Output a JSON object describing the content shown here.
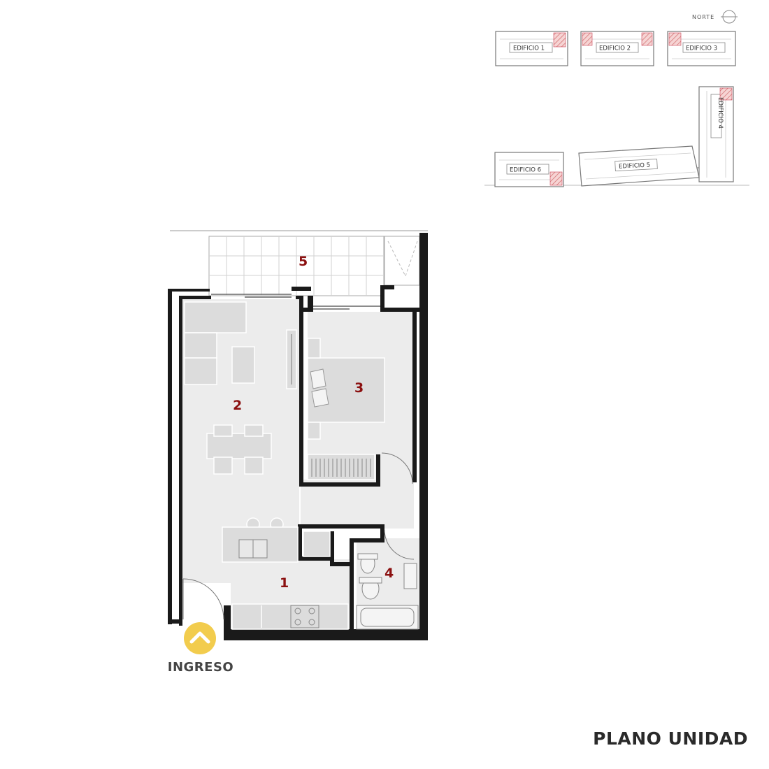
{
  "title": "PLANO UNIDAD",
  "entrance": {
    "label": "INGRESO",
    "icon": "chevron-up-icon"
  },
  "north": {
    "label": "NORTE",
    "icon": "north-arrow-icon"
  },
  "rooms": [
    {
      "number": "1"
    },
    {
      "number": "2"
    },
    {
      "number": "3"
    },
    {
      "number": "4"
    },
    {
      "number": "5"
    }
  ],
  "buildings": [
    {
      "label": "EDIFICIO 1"
    },
    {
      "label": "EDIFICIO 2"
    },
    {
      "label": "EDIFICIO 3"
    },
    {
      "label": "EDIFICIO 4"
    },
    {
      "label": "EDIFICIO 5"
    },
    {
      "label": "EDIFICIO 6"
    }
  ],
  "colors": {
    "room_number": "#8b1010",
    "wall": "#1a1a1a",
    "floor": "#ececec",
    "unit_highlight": "#e8a0a0",
    "entrance_marker": "#f2cc4d",
    "title": "#2a2a2a"
  }
}
